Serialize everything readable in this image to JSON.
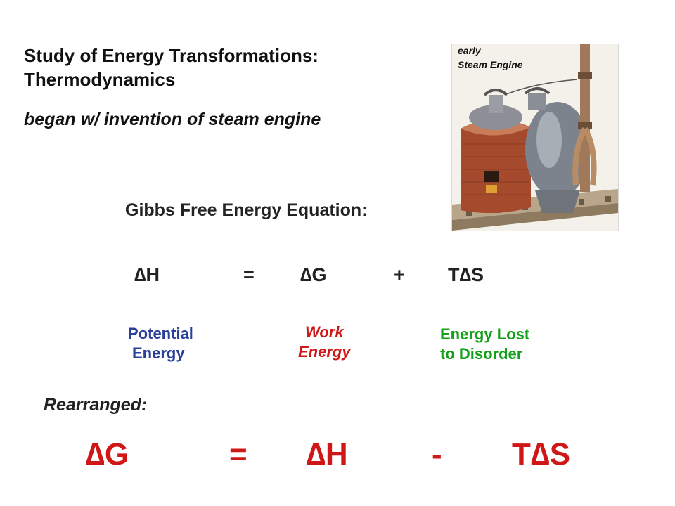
{
  "header": {
    "title_line1": "Study of Energy Transformations:",
    "title_line2": "Thermodynamics",
    "subtitle": "began w/ invention of steam engine"
  },
  "image": {
    "caption_line1": "early",
    "caption_line2": "Steam Engine",
    "icon": "steam-engine-illustration"
  },
  "gibbs": {
    "title": "Gibbs Free Energy Equation:",
    "equation": {
      "term1": "∆H",
      "op1": "=",
      "term2": "∆G",
      "op2": "+",
      "term3": "T∆S"
    },
    "labels": {
      "potential_line1": "Potential",
      "potential_line2": "Energy",
      "work_line1": "Work",
      "work_line2": "Energy",
      "lost_line1": "Energy Lost",
      "lost_line2": "to Disorder"
    }
  },
  "rearranged": {
    "label": "Rearranged:",
    "equation": {
      "term1": "∆G",
      "op1": "=",
      "term2": "∆H",
      "op2": "-",
      "term3": "T∆S"
    }
  },
  "colors": {
    "blue_label": "#2a3e9c",
    "red": "#d01717",
    "green": "#14a018"
  }
}
